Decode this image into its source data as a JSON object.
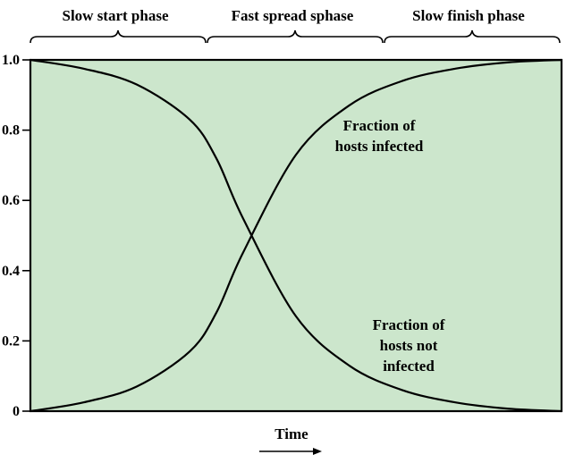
{
  "chart_data": {
    "type": "line",
    "title": "",
    "xlabel": "Time",
    "ylabel": "",
    "x_ticks_shown": false,
    "ylim": [
      0,
      1
    ],
    "yticks": [
      {
        "value": 0,
        "label": "0"
      },
      {
        "value": 0.2,
        "label": "0.2"
      },
      {
        "value": 0.4,
        "label": "0.4"
      },
      {
        "value": 0.6,
        "label": "0.6"
      },
      {
        "value": 0.8,
        "label": "0.8"
      },
      {
        "value": 1,
        "label": "1.0"
      }
    ],
    "grid": false,
    "background_color": "#cce6cc",
    "line_color": "#000000",
    "phases": [
      "Slow start phase",
      "Fast spread sphase",
      "Slow finish phase"
    ],
    "series": [
      {
        "key": "infected",
        "x": [
          0,
          0.1,
          0.2,
          0.3,
          0.35,
          0.4,
          0.5,
          0.6,
          0.7,
          0.8,
          0.9,
          1.0
        ],
        "values": [
          0.0,
          0.025,
          0.07,
          0.17,
          0.28,
          0.45,
          0.73,
          0.87,
          0.94,
          0.975,
          0.993,
          1.0
        ]
      },
      {
        "key": "not_infected",
        "x": [
          0,
          0.1,
          0.2,
          0.3,
          0.35,
          0.4,
          0.5,
          0.6,
          0.7,
          0.8,
          0.9,
          1.0
        ],
        "values": [
          1.0,
          0.975,
          0.93,
          0.83,
          0.72,
          0.55,
          0.27,
          0.13,
          0.06,
          0.025,
          0.007,
          0.0
        ]
      }
    ],
    "annotations": [
      {
        "key": "infected_label",
        "lines": [
          "Fraction of",
          "hosts infected"
        ]
      },
      {
        "key": "not_infected_label",
        "lines": [
          "Fraction of",
          "hosts not",
          "infected"
        ]
      }
    ]
  }
}
